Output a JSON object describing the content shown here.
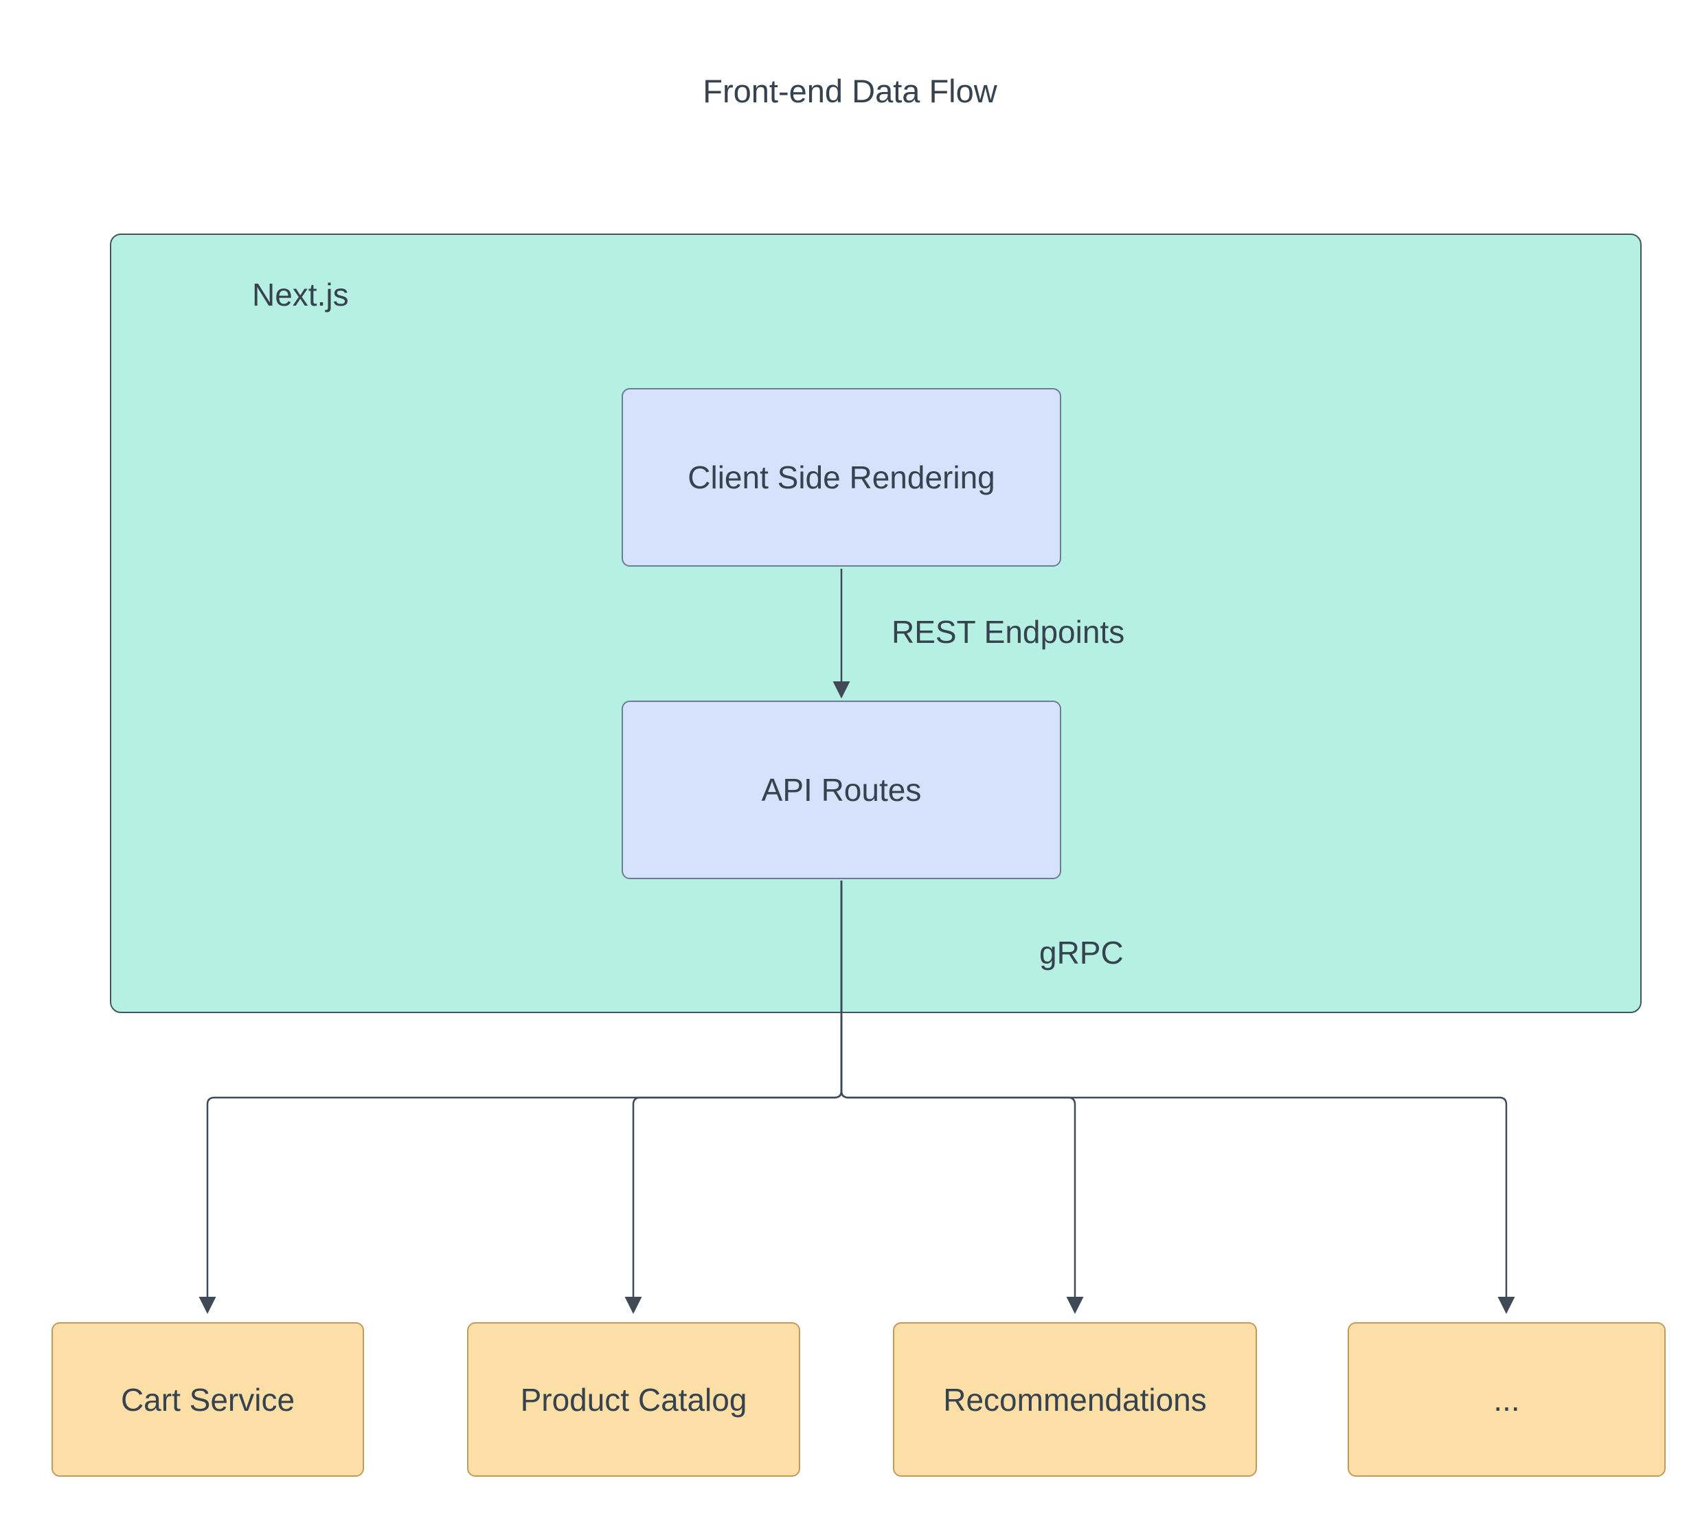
{
  "diagram": {
    "title": "Front-end Data Flow",
    "container": {
      "label": "Next.js"
    },
    "nodes": {
      "csr": {
        "label": "Client Side Rendering"
      },
      "api": {
        "label": "API Routes"
      },
      "cart": {
        "label": "Cart Service"
      },
      "catalog": {
        "label": "Product Catalog"
      },
      "recs": {
        "label": "Recommendations"
      },
      "more": {
        "label": "..."
      }
    },
    "edges": {
      "rest": {
        "label": "REST Endpoints"
      },
      "grpc": {
        "label": "gRPC"
      }
    },
    "colors": {
      "container_fill": "#b6f0e3",
      "blue_node_fill": "#d6e2fb",
      "orange_node_fill": "#fcdfa7",
      "line": "#3f4a56",
      "text": "#36434f"
    }
  }
}
